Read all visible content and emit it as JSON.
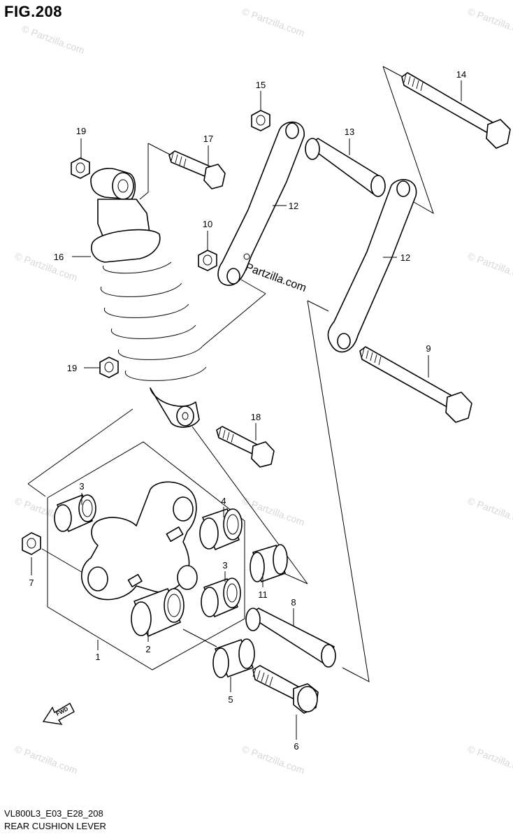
{
  "figure": {
    "title": "FIG.208",
    "code": "VL800L3_E03_E28_208",
    "name": "REAR CUSHION LEVER"
  },
  "watermark": {
    "main": "Partzilla.com",
    "faint": "© Partzilla.com"
  },
  "fwd_arrow": {
    "label": "FWD"
  },
  "callouts": [
    {
      "id": "c1",
      "label": "1"
    },
    {
      "id": "c2",
      "label": "2"
    },
    {
      "id": "c3a",
      "label": "3"
    },
    {
      "id": "c3b",
      "label": "3"
    },
    {
      "id": "c4",
      "label": "4"
    },
    {
      "id": "c5",
      "label": "5"
    },
    {
      "id": "c6",
      "label": "6"
    },
    {
      "id": "c7",
      "label": "7"
    },
    {
      "id": "c8",
      "label": "8"
    },
    {
      "id": "c9",
      "label": "9"
    },
    {
      "id": "c10",
      "label": "10"
    },
    {
      "id": "c11",
      "label": "11"
    },
    {
      "id": "c12a",
      "label": "12"
    },
    {
      "id": "c12b",
      "label": "12"
    },
    {
      "id": "c13",
      "label": "13"
    },
    {
      "id": "c14",
      "label": "14"
    },
    {
      "id": "c15",
      "label": "15"
    },
    {
      "id": "c16",
      "label": "16"
    },
    {
      "id": "c17",
      "label": "17"
    },
    {
      "id": "c18",
      "label": "18"
    },
    {
      "id": "c19a",
      "label": "19"
    },
    {
      "id": "c19b",
      "label": "19"
    }
  ]
}
